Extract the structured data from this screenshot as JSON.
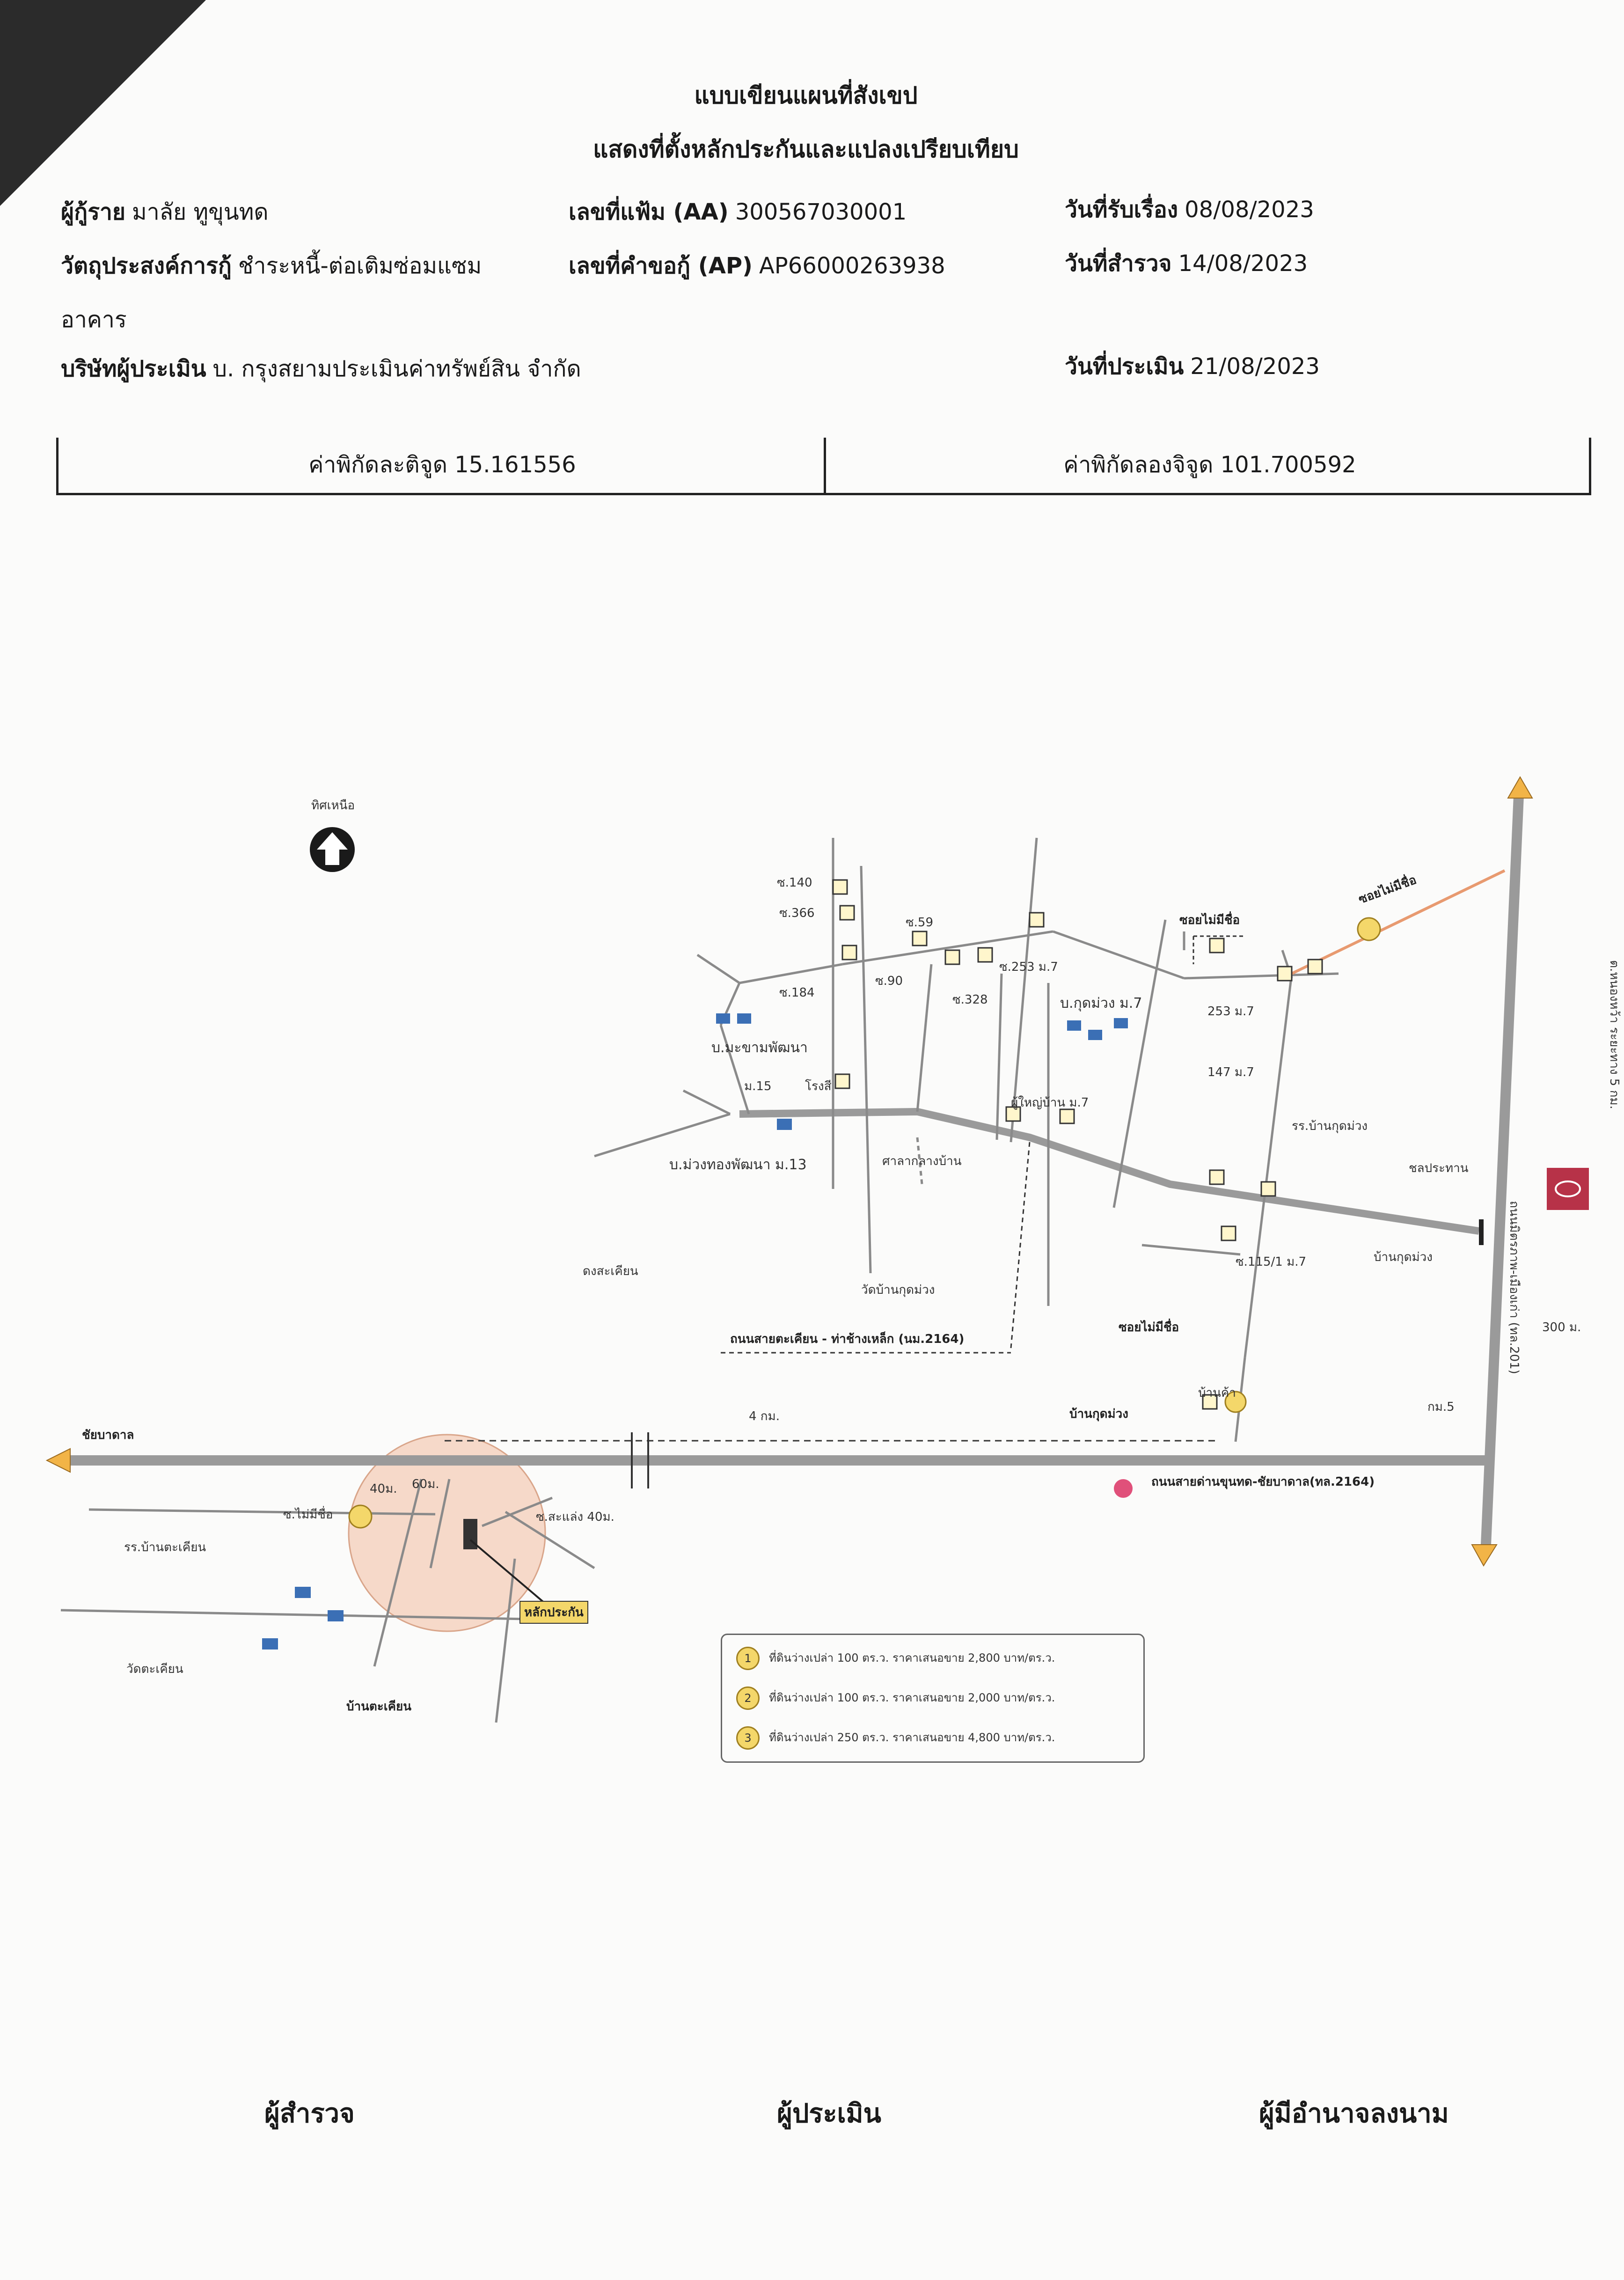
{
  "header": {
    "title_line1": "แบบเขียนแผนที่สังเขป",
    "title_line2": "แสดงที่ตั้งหลักประกันและแปลงเปรียบเทียบ",
    "borrower_label": "ผู้กู้ราย",
    "borrower_value": "มาลัย ทูขุนทด",
    "file_no_label": "เลขที่แฟ้ม (AA)",
    "file_no_value": "300567030001",
    "received_label": "วันที่รับเรื่อง",
    "received_value": "08/08/2023",
    "purpose_label": "วัตถุประสงค์การกู้",
    "purpose_value": "ชำระหนี้-ต่อเติมซ่อมแซม",
    "purpose_value_cont": "อาคาร",
    "request_no_label": "เลขที่คำขอกู้ (AP)",
    "request_no_value": "AP66000263938",
    "survey_label": "วันที่สำรวจ",
    "survey_value": "14/08/2023",
    "appraiser_label": "บริษัทผู้ประเมิน",
    "appraiser_value": "บ. กรุงสยามประเมินค่าทรัพย์สิน จำกัด",
    "appraisal_date_label": "วันที่ประเมิน",
    "appraisal_date_value": "21/08/2023"
  },
  "coordinates": {
    "lat_label": "ค่าพิกัดละติจูด",
    "lat_value": "15.161556",
    "lng_label": "ค่าพิกัดลองจิจูด",
    "lng_value": "101.700592"
  },
  "map": {
    "north_label": "ทิศเหนือ",
    "labels": {
      "soi_140": "ซ.140",
      "soi_366": "ซ.366",
      "soi_59": "ซ.59",
      "soi_184": "ซ.184",
      "soi_90": "ซ.90",
      "soi_328": "ซ.328",
      "soi_253_m7": "ซ.253 ม.7",
      "soi_no_name_1": "ซอยไม่มีชื่อ",
      "soi_no_name_2": "ซอยไม่มีชื่อ",
      "soi_no_name_3": "ซอยไม่มีชื่อ",
      "village_mai_phatthana": "บ.มะขามพัฒนา",
      "moo_15": "ม.15",
      "school_1": "โรงสี",
      "village_kokmuang": "บ.กุดม่วง ม.7",
      "no_253_m7": "253 ม.7",
      "no_147_m7": "147 ม.7",
      "village_muang_phatthana": "บ.ม่วงทองพัฒนา ม.13",
      "sala": "ศาลากลางบ้าน",
      "school_kutmuang": "รร.บ้านกุดม่วง",
      "agri": "ชลประทาน",
      "village_house": "ผู้ใหญ่บ้าน ม.7",
      "ban_kutmuang_sign": "บ้านกุดม่วง",
      "soi_115_m7": "ซ.115/1 ม.7",
      "ngam_takhian": "ดงสะเคียน",
      "wat_kutmuang": "วัดบ้านกุดม่วง",
      "road_takhian": "ถนนสายตะเคียน - ท่าช้างเหล็ก (นม.2164)",
      "road_right": "ถนนมิตรภาพ-เมืองเก่า (ทล.201)",
      "to_5km": "ต.หนองหว้า ระยะทาง 5 กม.",
      "dist_300": "300 ม.",
      "km_mark": "กม.5",
      "ban_kutmuang": "บ้านกุดม่วง",
      "ban_kutmuang2": "บ้านค้า",
      "dist_4km": "4 กม.",
      "chaiyaphum": "ชัยบาดาล",
      "road_main": "ถนนสายด่านขุนทด-ชัยบาดาล(ทล.2164)",
      "dist_40a": "40ม.",
      "dist_60": "60ม.",
      "soi_no_name_4": "ซ.ไม่มีชื่อ",
      "soi_tasaeng": "ซ.สะแล่ง 40ม.",
      "school_takhian": "รร.บ้านตะเคียน",
      "wat_takhian": "วัดตะเคียน",
      "ban_takhian": "บ้านตะเคียน",
      "collateral": "หลักประกัน"
    },
    "legend": [
      {
        "num": "1",
        "text": "ที่ดินว่างเปล่า 100 ตร.ว. ราคาเสนอขาย 2,800 บาท/ตร.ว."
      },
      {
        "num": "2",
        "text": "ที่ดินว่างเปล่า 100 ตร.ว. ราคาเสนอขาย 2,000 บาท/ตร.ว."
      },
      {
        "num": "3",
        "text": "ที่ดินว่างเปล่า 250 ตร.ว. ราคาเสนอขาย 4,800 บาท/ตร.ว."
      }
    ]
  },
  "signatures": {
    "surveyor": "ผู้สำรวจ",
    "appraiser": "ผู้ประเมิน",
    "approver": "ผู้มีอำนาจลงนาม"
  }
}
